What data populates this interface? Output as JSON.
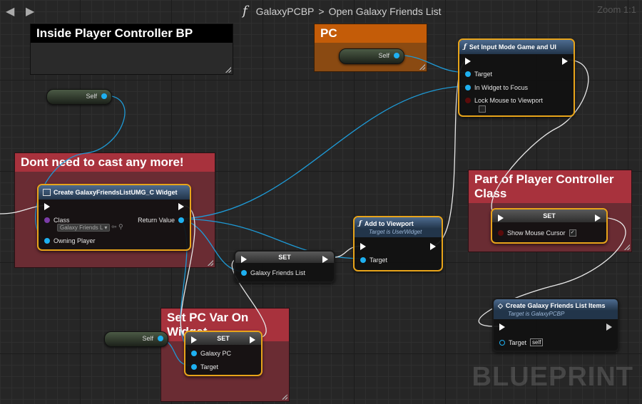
{
  "breadcrumb": {
    "blueprint": "GalaxyPCBP",
    "separator": ">",
    "function": "Open Galaxy Friends List",
    "function_symbol": "f"
  },
  "zoom": "Zoom 1:1",
  "watermark": "BLUEPRINT",
  "comments": {
    "inside_pc": "Inside Player Controller BP",
    "pc": "PC",
    "dont_cast": "Dont need to cast any more!",
    "part_of_pc": "Part of Player Controller Class",
    "set_pc_var": "Set PC Var On Widget"
  },
  "nodes": {
    "self_top": "Self",
    "self_pc": "Self",
    "self_bottom": "Self",
    "set_input_mode": {
      "title": "Set Input Mode Game and UI",
      "target": "Target",
      "widget": "In Widget to Focus",
      "lock": "Lock Mouse to Viewport"
    },
    "create_widget": {
      "title": "Create GalaxyFriendsListUMG_C Widget",
      "class": "Class",
      "class_value": "Galaxy Friends L",
      "return": "Return Value",
      "owning": "Owning Player"
    },
    "add_viewport": {
      "title": "Add to Viewport",
      "subtitle": "Target is UserWidget",
      "target": "Target"
    },
    "set_friends": {
      "title": "SET",
      "pin": "Galaxy Friends List"
    },
    "set_cursor": {
      "title": "SET",
      "pin": "Show Mouse Cursor"
    },
    "set_pc": {
      "title": "SET",
      "galaxy_pc": "Galaxy PC",
      "target": "Target"
    },
    "create_items": {
      "title": "Create Galaxy Friends List Items",
      "subtitle": "Target is GalaxyPCBP",
      "target": "Target",
      "self_value": "self"
    }
  },
  "colors": {
    "object_pin": "#1eb0f0",
    "selected": "#e8a41a",
    "comment_red": "#7a2a30",
    "comment_orange": "#b85400"
  }
}
